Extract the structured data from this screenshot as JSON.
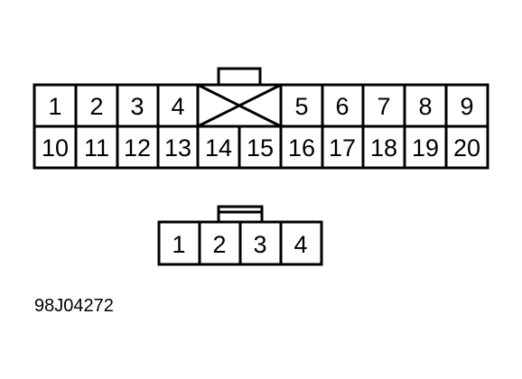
{
  "connector_20pin": {
    "top_row": [
      "1",
      "2",
      "3",
      "4",
      "",
      "5",
      "6",
      "7",
      "8",
      "9"
    ],
    "bottom_row": [
      "10",
      "11",
      "12",
      "13",
      "14",
      "15",
      "16",
      "17",
      "18",
      "19",
      "20"
    ]
  },
  "connector_4pin": {
    "pins": [
      "1",
      "2",
      "3",
      "4"
    ]
  },
  "reference_code": "98J04272"
}
